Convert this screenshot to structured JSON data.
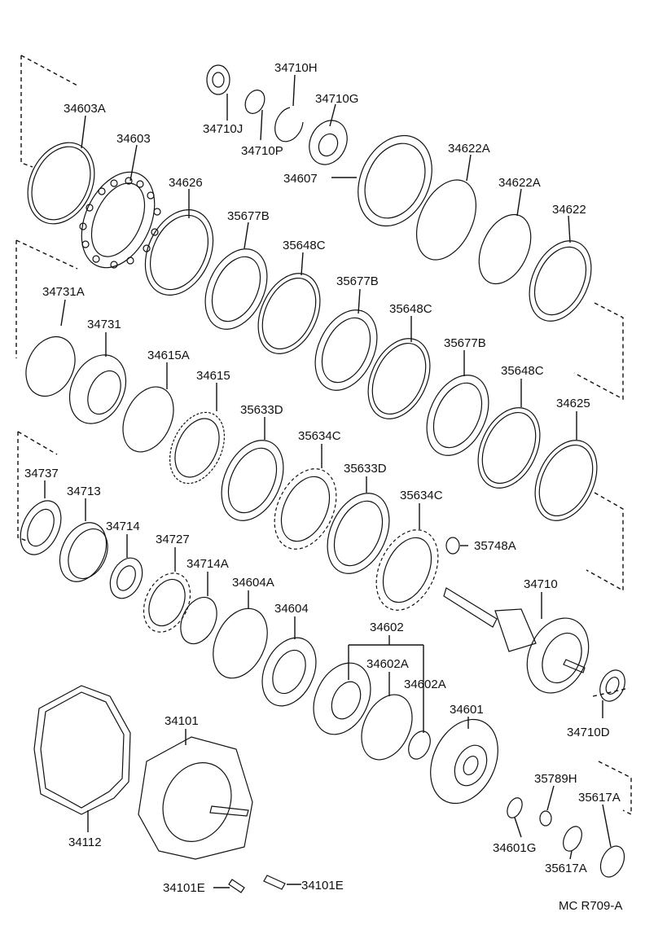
{
  "labels": {
    "p34603A": "34603A",
    "p34603": "34603",
    "p34626": "34626",
    "p34710H": "34710H",
    "p34710G": "34710G",
    "p34710J": "34710J",
    "p34710P": "34710P",
    "p34607": "34607",
    "p34622A_1": "34622A",
    "p34622A_2": "34622A",
    "p34622": "34622",
    "p35677B_1": "35677B",
    "p35648C_1": "35648C",
    "p35677B_2": "35677B",
    "p35648C_2": "35648C",
    "p35677B_3": "35677B",
    "p35648C_3": "35648C",
    "p34731A": "34731A",
    "p34731": "34731",
    "p34615A": "34615A",
    "p34615": "34615",
    "p35633D_1": "35633D",
    "p35634C_1": "35634C",
    "p35633D_2": "35633D",
    "p35634C_2": "35634C",
    "p34625": "34625",
    "p34737": "34737",
    "p34713": "34713",
    "p34714": "34714",
    "p34727": "34727",
    "p34714A": "34714A",
    "p34604A": "34604A",
    "p34604": "34604",
    "p34602": "34602",
    "p34602A_1": "34602A",
    "p34602A_2": "34602A",
    "p35748A": "35748A",
    "p34710": "34710",
    "p34710D": "34710D",
    "p34601": "34601",
    "p35789H": "35789H",
    "p35617A_1": "35617A",
    "p35617A_2": "35617A",
    "p34601G": "34601G",
    "p34101": "34101",
    "p34112": "34112",
    "p34101E_1": "34101E",
    "p34101E_2": "34101E",
    "code": "MC R709-A"
  }
}
